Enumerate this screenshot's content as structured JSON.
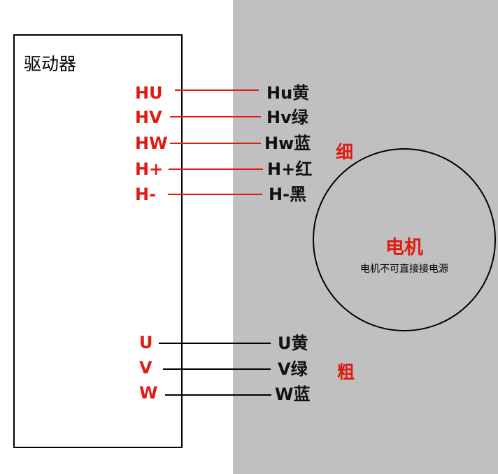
{
  "driver": {
    "title": "驱动器"
  },
  "hall_wires": [
    {
      "pin": "HU",
      "label": "Hu黄"
    },
    {
      "pin": "HV",
      "label": "Hv绿"
    },
    {
      "pin": "HW",
      "label": "Hw蓝"
    },
    {
      "pin": "H+",
      "label": "H+红"
    },
    {
      "pin": "H-",
      "label": "H-黑"
    }
  ],
  "phase_wires": [
    {
      "pin": "U",
      "label": "U黄"
    },
    {
      "pin": "V",
      "label": "V绿"
    },
    {
      "pin": "W",
      "label": "W蓝"
    }
  ],
  "notes": {
    "thin": "细",
    "thick": "粗"
  },
  "motor": {
    "title": "电机",
    "warning": "电机不可直接接电源"
  },
  "colors": {
    "pin_red": "#e01b13",
    "panel_gray": "#c0c0c0"
  }
}
